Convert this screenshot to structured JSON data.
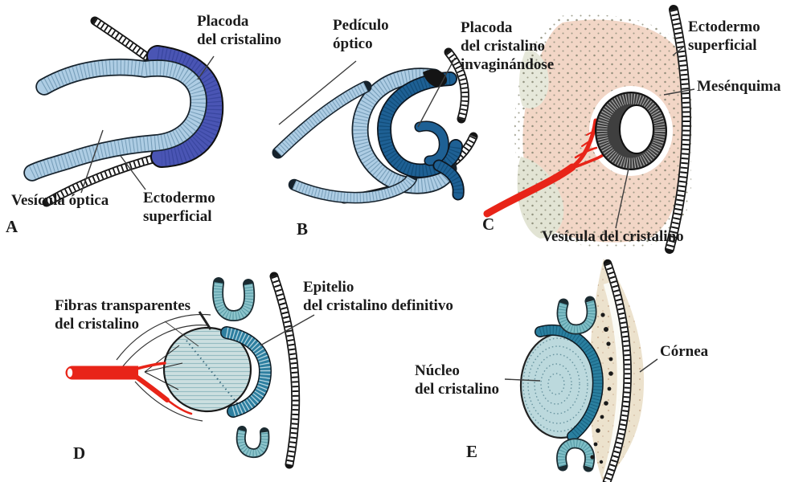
{
  "panels": {
    "a": {
      "letter": "A",
      "placoda_label": "Placoda\ndel cristalino",
      "vesicula_label": "Vesícula óptica",
      "ectodermo_label": "Ectodermo\nsuperficial"
    },
    "b": {
      "letter": "B",
      "pediculo_label": "Pedículo\nóptico",
      "placoda_label": "Placoda\ndel cristalino\ninvaginándose"
    },
    "c": {
      "letter": "C",
      "ectodermo_label": "Ectodermo\nsuperficial",
      "mesenquima_label": "Mesénquima",
      "vesicula_label": "Vesícula del cristalino"
    },
    "d": {
      "letter": "D",
      "fibras_label": "Fibras transparentes\ndel cristalino",
      "epitelio_label": "Epitelio\ndel cristalino definitivo"
    },
    "e": {
      "letter": "E",
      "nucleo_label": "Núcleo\ndel cristalino",
      "cornea_label": "Córnea"
    }
  },
  "colors": {
    "optic_vesicle_blue": "#aecde4",
    "lens_placode_blue": "#4a55b4",
    "invaginating_blue": "#1e6094",
    "lens_epithelium_teal": "#2e7fa0",
    "lens_fiber_fill": "#ccdfe0",
    "lens_nucleus_fill": "#bcd9dd",
    "mesenchyme_pink": "#f2d6c6",
    "cornea_beige": "#ece2cd",
    "artery_red": "#e82418",
    "ink": "#1c1c1c"
  }
}
